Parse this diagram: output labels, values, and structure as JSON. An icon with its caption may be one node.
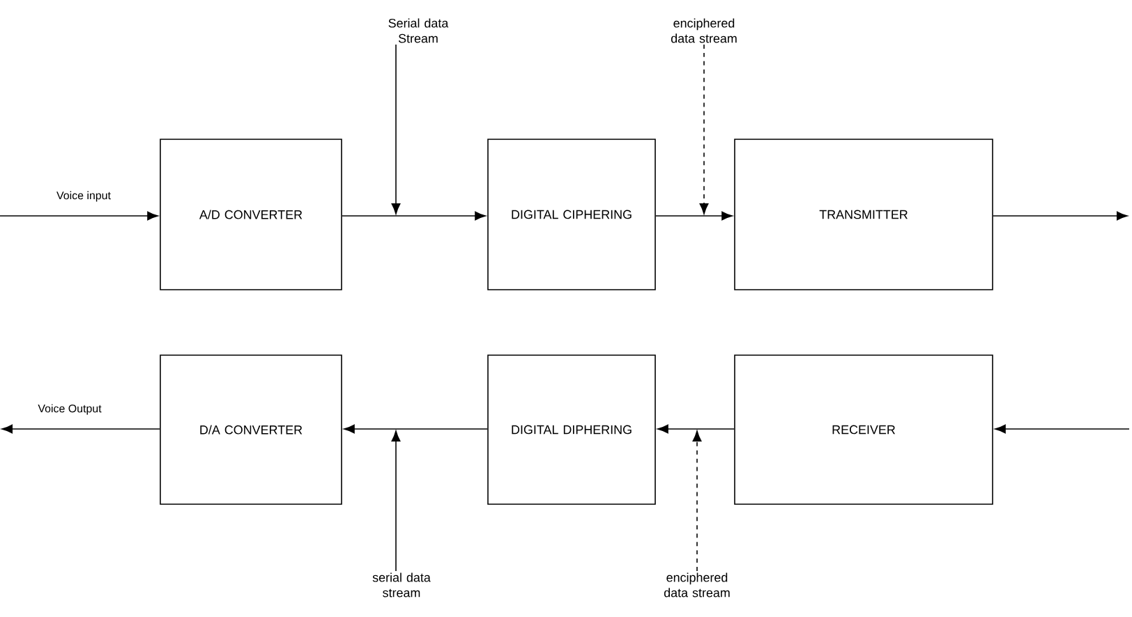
{
  "diagram": {
    "nodes": [
      {
        "text": [
          "A/D CONVERTER"
        ]
      },
      {
        "text": [
          "DIGITAL CIPHERING"
        ]
      },
      {
        "text": [
          "TRANSMITTER"
        ]
      },
      {
        "text": [
          "D/A CONVERTER"
        ]
      },
      {
        "text": [
          "DIGITAL DIPHERING"
        ]
      },
      {
        "text": [
          "RECEIVER"
        ]
      },
      {
        "text": [
          "Serial data Stream"
        ]
      },
      {
        "text": [
          "enciphered data stream"
        ]
      },
      {
        "text": [
          "serial data stream"
        ]
      },
      {
        "text": [
          "enciphered data stream"
        ]
      }
    ],
    "edges": [
      {
        "from": null,
        "to": 0,
        "arrow": "to",
        "label": "Voice input"
      },
      {
        "from": 0,
        "to": 1,
        "arrow": "to"
      },
      {
        "from": 1,
        "to": 2,
        "arrow": "to"
      },
      {
        "from": 2,
        "to": null,
        "arrow": "to"
      },
      {
        "from": null,
        "to": 5,
        "arrow": "to"
      },
      {
        "from": 5,
        "to": 4,
        "arrow": "to"
      },
      {
        "from": 4,
        "to": 3,
        "arrow": "to"
      },
      {
        "from": 3,
        "to": null,
        "arrow": "to",
        "label": "Voice Output"
      },
      {
        "from": 6,
        "to": null,
        "arrow": "to"
      },
      {
        "from": 7,
        "to": null,
        "arrow": "to",
        "style": "dashed"
      },
      {
        "from": 8,
        "to": null,
        "arrow": "to"
      },
      {
        "from": 9,
        "to": null,
        "arrow": "to",
        "style": "dashed"
      }
    ]
  }
}
